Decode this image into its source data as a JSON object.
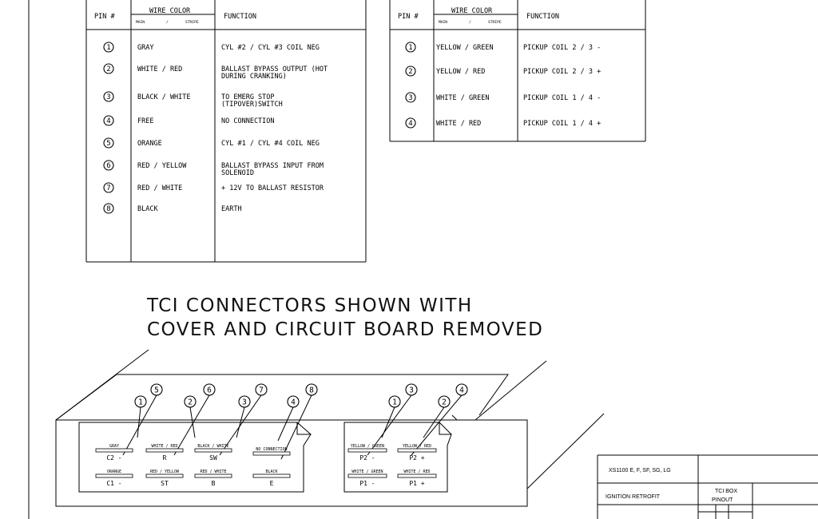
{
  "table_left": {
    "headers": {
      "pin": "PIN #",
      "wire_color": "WIRE COLOR",
      "main": "MAIN",
      "stripe": "STRIPE",
      "function": "FUNCTION"
    },
    "rows": [
      {
        "pin": "1",
        "color": "GRAY",
        "function": [
          "CYL #2 / CYL #3 COIL NEG"
        ]
      },
      {
        "pin": "2",
        "color": "WHITE / RED",
        "function": [
          "BALLAST BYPASS OUTPUT (HOT",
          "DURING CRANKING)"
        ]
      },
      {
        "pin": "3",
        "color": "BLACK / WHITE",
        "function": [
          "TO EMERG STOP",
          "(TIPOVER)SWITCH"
        ]
      },
      {
        "pin": "4",
        "color": "FREE",
        "function": [
          "NO CONNECTION"
        ]
      },
      {
        "pin": "5",
        "color": "ORANGE",
        "function": [
          "CYL #1 / CYL #4 COIL NEG"
        ]
      },
      {
        "pin": "6",
        "color": "RED / YELLOW",
        "function": [
          "BALLAST BYPASS INPUT FROM",
          "SOLENOID"
        ]
      },
      {
        "pin": "7",
        "color": "RED / WHITE",
        "function": [
          "+ 12V TO BALLAST RESISTOR"
        ]
      },
      {
        "pin": "8",
        "color": "BLACK",
        "function": [
          "EARTH"
        ]
      }
    ]
  },
  "table_right": {
    "headers": {
      "pin": "PIN #",
      "wire_color": "WIRE COLOR",
      "main": "MAIN",
      "stripe": "STRIPE",
      "function": "FUNCTION"
    },
    "rows": [
      {
        "pin": "1",
        "color": "YELLOW / GREEN",
        "function": "PICKUP COIL 2 / 3 -"
      },
      {
        "pin": "2",
        "color": "YELLOW / RED",
        "function": "PICKUP COIL 2 / 3 +"
      },
      {
        "pin": "3",
        "color": "WHITE / GREEN",
        "function": "PICKUP COIL 1 / 4 -"
      },
      {
        "pin": "4",
        "color": "WHITE / RED",
        "function": "PICKUP COIL 1 / 4 +"
      }
    ]
  },
  "heading": {
    "line1": "TCI CONNECTORS SHOWN WITH",
    "line2": "COVER AND CIRCUIT BOARD REMOVED"
  },
  "connector_left": {
    "callouts": [
      "1",
      "5",
      "2",
      "6",
      "3",
      "7",
      "4",
      "8"
    ],
    "wires": [
      {
        "color": "GRAY",
        "code": "C2 -"
      },
      {
        "color": "WHITE / RED",
        "code": "R"
      },
      {
        "color": "BLACK / WHITE",
        "code": "SW"
      },
      {
        "color": "NO CONNECTION",
        "code": ""
      },
      {
        "color": "ORANGE",
        "code": "C1 -"
      },
      {
        "color": "RED / YELLOW",
        "code": "ST"
      },
      {
        "color": "RED / WHITE",
        "code": "B"
      },
      {
        "color": "BLACK",
        "code": "E"
      }
    ]
  },
  "connector_right": {
    "callouts": [
      "1",
      "3",
      "2",
      "4"
    ],
    "wires": [
      {
        "color": "YELLOW / GREEN",
        "code": "P2 -"
      },
      {
        "color": "YELLOW / RED",
        "code": "P2 +"
      },
      {
        "color": "WHITE / GREEN",
        "code": "P1 -"
      },
      {
        "color": "WHITE / RED",
        "code": "P1 +"
      }
    ]
  },
  "title_block": {
    "models": "XS1100 E, F, SF, SG, LG",
    "project": "IGNITION RETROFIT",
    "drawing_title_1": "TCI BOX",
    "drawing_title_2": "PINOUT"
  }
}
